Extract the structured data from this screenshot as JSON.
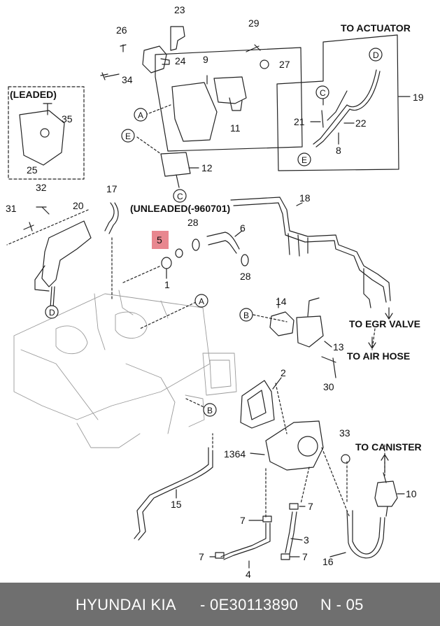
{
  "parts": {
    "p1": "1",
    "p2": "2",
    "p3": "3",
    "p4": "4",
    "p5": "5",
    "p6": "6",
    "p7a": "7",
    "p7b": "7",
    "p7c": "7",
    "p7d": "7",
    "p8": "8",
    "p9": "9",
    "p10": "10",
    "p11": "11",
    "p12": "12",
    "p13": "13",
    "p14": "14",
    "p15": "15",
    "p16": "16",
    "p17": "17",
    "p18": "18",
    "p19": "19",
    "p20": "20",
    "p21": "21",
    "p22": "22",
    "p23": "23",
    "p24": "24",
    "p25": "25",
    "p26": "26",
    "p27": "27",
    "p28a": "28",
    "p28b": "28",
    "p29": "29",
    "p30": "30",
    "p31": "31",
    "p32": "32",
    "p33": "33",
    "p34": "34",
    "p35": "35",
    "p1364": "1364"
  },
  "refs": {
    "A1": "A",
    "A2": "A",
    "B1": "B",
    "B2": "B",
    "C1": "C",
    "C2": "C",
    "D1": "D",
    "D2": "D",
    "E1": "E",
    "E2": "E"
  },
  "labels": {
    "to_actuator": "TO ACTUATOR",
    "leaded": "(LEADED)",
    "unleaded": "(UNLEADED(-960701)",
    "to_egr_valve": "TO EGR VALVE",
    "to_air_hose": "TO AIR HOSE",
    "to_canister": "TO CANISTER"
  },
  "footer": {
    "brand": "HYUNDAI  KIA",
    "part_number": "- 0E30113890",
    "page": "N - 05"
  },
  "colors": {
    "highlight": "#e8878f",
    "footer_bg": "#6f6f6f"
  }
}
